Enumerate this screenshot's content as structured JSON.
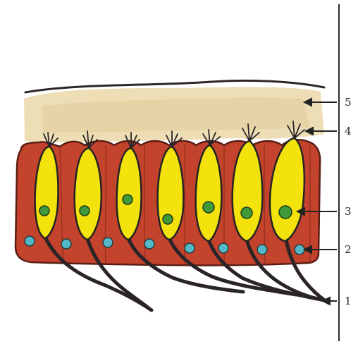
{
  "figure": {
    "labels": [
      {
        "id": "1",
        "text": "1"
      },
      {
        "id": "2",
        "text": "2"
      },
      {
        "id": "3",
        "text": "3"
      },
      {
        "id": "4",
        "text": "4"
      },
      {
        "id": "5",
        "text": "5"
      }
    ]
  },
  "colors": {
    "background": "#ffffff",
    "support_cell": "#c4432d",
    "support_outline": "#5a1d14",
    "receptor_cell": "#f4e20d",
    "receptor_nucleus": "#3f9a3a",
    "basal_nucleus": "#52b7c6",
    "mucus_layer": "#ead8a8",
    "axon": "#2a2428",
    "line": "#222222"
  },
  "icons": [
    "arrow-icon"
  ]
}
